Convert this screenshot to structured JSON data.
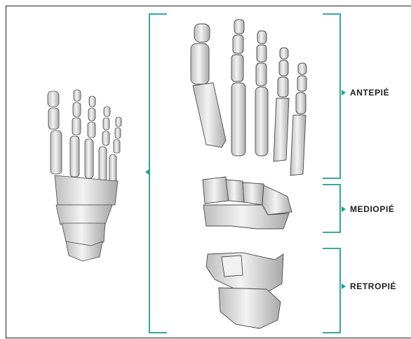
{
  "colors": {
    "bracket": "#1a9e94",
    "bone_fill": "#e6e6e6",
    "bone_shade": "#b9b9b9",
    "bone_stroke": "#4a4a4a"
  },
  "labels": {
    "antepie": "ANTEPIÉ",
    "mediopie": "MEDIOPIÉ",
    "retropie": "RETROPIÉ"
  }
}
